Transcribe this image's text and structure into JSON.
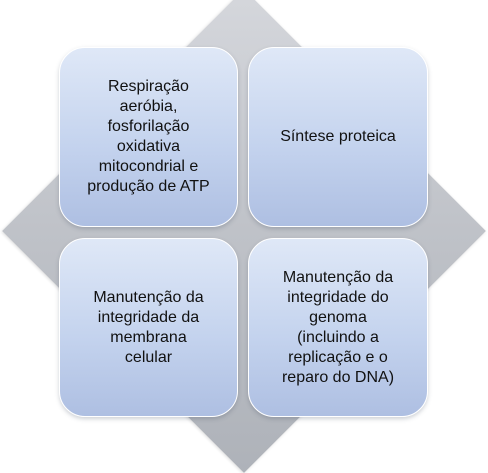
{
  "boxes": [
    {
      "id": "respiration",
      "lines": [
        "Respiração",
        "aeróbia,",
        "fosforilação",
        "oxidativa",
        "mitocondrial e",
        "produção de ATP"
      ]
    },
    {
      "id": "protein-synthesis",
      "lines": [
        "Síntese proteica"
      ]
    },
    {
      "id": "membrane-integrity",
      "lines": [
        "Manutenção da",
        "integridade da",
        "membrana",
        "celular"
      ]
    },
    {
      "id": "genome-integrity",
      "lines": [
        "Manutenção da",
        "integridade do",
        "genoma",
        "(incluindo a",
        "replicação e o",
        "reparo do DNA)"
      ]
    }
  ],
  "colors": {
    "box_fill": "#c4d3ee",
    "diamond_fill": "#bfc2c8",
    "text": "#111111"
  }
}
